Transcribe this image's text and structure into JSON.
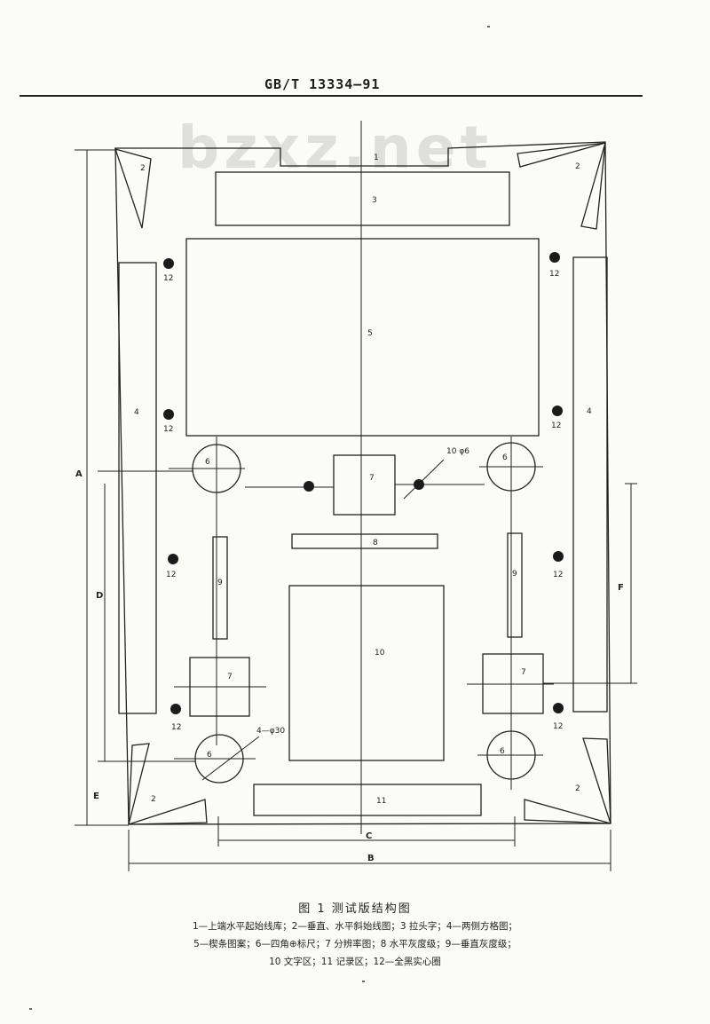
{
  "header": {
    "standard_code": "GB/T 13334—91"
  },
  "watermark": {
    "text": "bzxz.net"
  },
  "figure": {
    "labels": {
      "n1": "1",
      "n2": "2",
      "n3": "3",
      "n4": "4",
      "n5": "5",
      "n6": "6",
      "n7": "7",
      "n8": "8",
      "n9": "9",
      "n10": "10",
      "n11": "11",
      "n12": "12",
      "callout_phi6": "10  φ6",
      "callout_phi30": "4—φ30"
    },
    "dimensions": {
      "A": "A",
      "B": "B",
      "C": "C",
      "D": "D",
      "E": "E",
      "F": "F"
    }
  },
  "caption": {
    "title": "图 1  测试版结构图",
    "line1": "1—上端水平起始线库；2—垂直、水平斜始线图；3  拉头字；4—两侧方格图；",
    "line2": "5—楔条图案；6—四角⊕标尺；7  分辨率图；8  水平灰度级；9—垂直灰度级；",
    "line3": "10  文字区；11  记录区；12—全黑实心圈"
  }
}
